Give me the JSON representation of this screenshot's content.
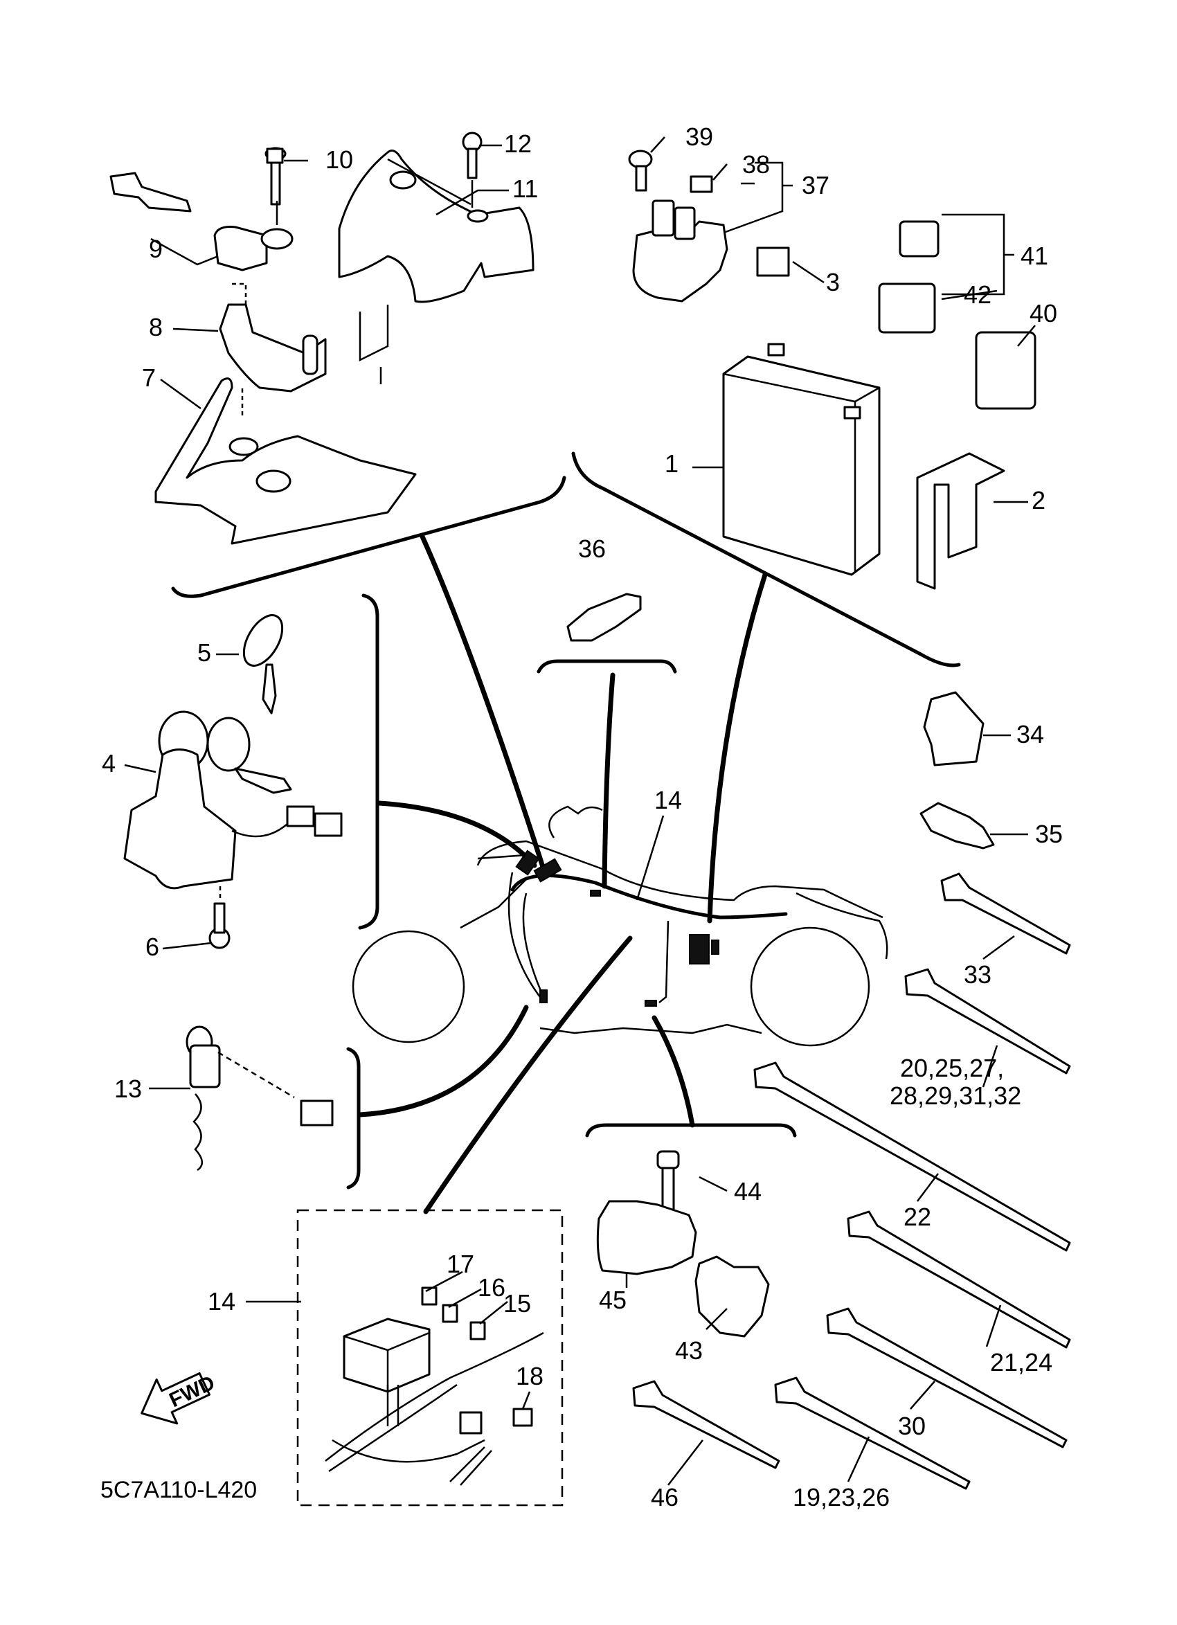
{
  "diagram": {
    "drawing_code": "5C7A110-L420",
    "fwd_label": "FWD",
    "labels": {
      "p1": "1",
      "p2": "2",
      "p3": "3",
      "p4": "4",
      "p5": "5",
      "p6": "6",
      "p7": "7",
      "p8": "8",
      "p9": "9",
      "p10": "10",
      "p11": "11",
      "p12": "12",
      "p13": "13",
      "p14a": "14",
      "p14b": "14",
      "p15": "15",
      "p16": "16",
      "p17": "17",
      "p18": "18",
      "p20group_a": "20,25,27,",
      "p20group_b": "28,29,31,32",
      "p21_24": "21,24",
      "p22": "22",
      "p19_23_26": "19,23,26",
      "p30": "30",
      "p33": "33",
      "p34": "34",
      "p35": "35",
      "p36": "36",
      "p37": "37",
      "p38": "38",
      "p39": "39",
      "p40": "40",
      "p41": "41",
      "p42": "42",
      "p43": "43",
      "p44": "44",
      "p45": "45",
      "p46": "46"
    }
  }
}
